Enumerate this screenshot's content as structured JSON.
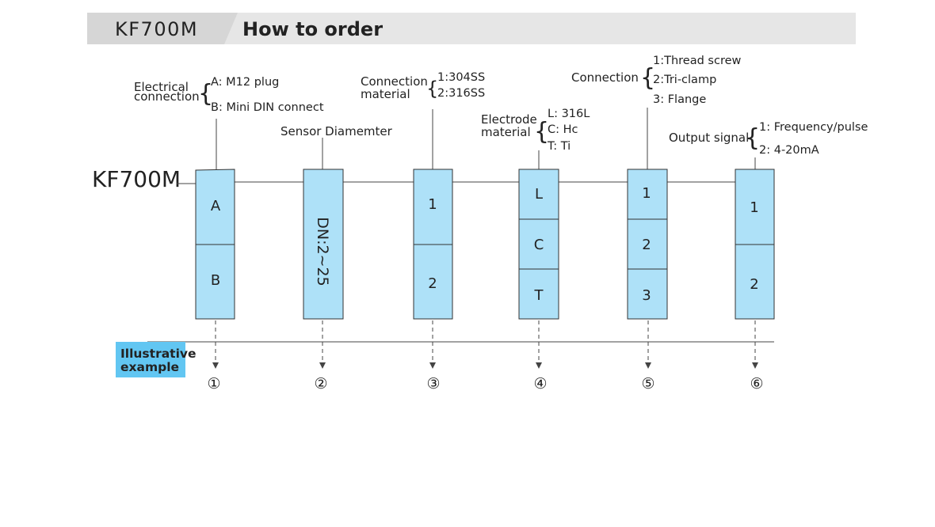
{
  "header": {
    "model": "KF700M",
    "title": "How to order"
  },
  "diagram": {
    "model_label": "KF700M",
    "columns": [
      {
        "label_lines": [
          "Electrical",
          "connection"
        ],
        "options": [
          "A: M12 plug",
          "B: Mini DIN connect"
        ],
        "cells": [
          "A",
          "B"
        ],
        "marker": "①"
      },
      {
        "label_lines": [
          "Sensor Diamemter"
        ],
        "options": [],
        "cells": [
          "DN:2~25"
        ],
        "marker": "②"
      },
      {
        "label_lines": [
          "Connection",
          "material"
        ],
        "options": [
          "1:304SS",
          "2:316SS"
        ],
        "cells": [
          "1",
          "2"
        ],
        "marker": "③"
      },
      {
        "label_lines": [
          "Electrode",
          "material"
        ],
        "options": [
          "L: 316L",
          "C: Hc",
          "T: Ti"
        ],
        "cells": [
          "L",
          "C",
          "T"
        ],
        "marker": "④"
      },
      {
        "label_lines": [
          "Connection"
        ],
        "options": [
          "1:Thread screw",
          "2:Tri-clamp",
          "3: Flange"
        ],
        "cells": [
          "1",
          "2",
          "3"
        ],
        "marker": "⑤"
      },
      {
        "label_lines": [
          "Output signal"
        ],
        "options": [
          "1: Frequency/pulse",
          "2: 4-20mA"
        ],
        "cells": [
          "1",
          "2"
        ],
        "marker": "⑥"
      }
    ],
    "example_label_lines": [
      "Illustrative",
      "example"
    ],
    "colors": {
      "box_fill": "#aee1f8",
      "header_bg": "#e6e6e6",
      "header_tab": "#d6d6d6",
      "example_bg": "#62c6f2"
    }
  }
}
